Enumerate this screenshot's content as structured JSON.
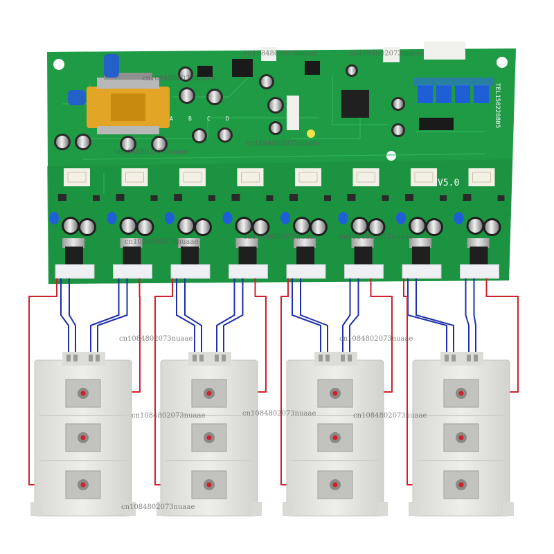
{
  "board": {
    "version_label": "V5.0",
    "part_number": "TEL150220805",
    "silkscreen_letters": [
      "A",
      "B",
      "C",
      "D"
    ],
    "driver_count": 8,
    "module_count": 4
  },
  "watermarks": [
    "cn1084802073nuaae",
    "cn1084802073nuaae",
    "cn1084802073nuaae",
    "cn1084802073nuaae",
    "cn1084802073nuaae",
    "cn1084802073nuaae",
    "cn1084802073nuaae",
    "cn1084802073nuaae",
    "cn1084802073nuaae",
    "cn1084802073nuaae",
    "cn1084802073nuaae",
    "cn1084802073nuaae",
    "cn1084802073nuaae",
    "cn1084802073nuaae"
  ],
  "colors": {
    "pcb": "#1f9a45",
    "pcb_dark": "#157a35",
    "trace": "#2bb055",
    "wire_red": "#d0202a",
    "wire_blue": "#1e2fa8",
    "module_body": "#e6e6e3",
    "terminal": "#b9b9b5",
    "pot_blue": "#1e5fd8",
    "transformer": "#e0a020"
  }
}
